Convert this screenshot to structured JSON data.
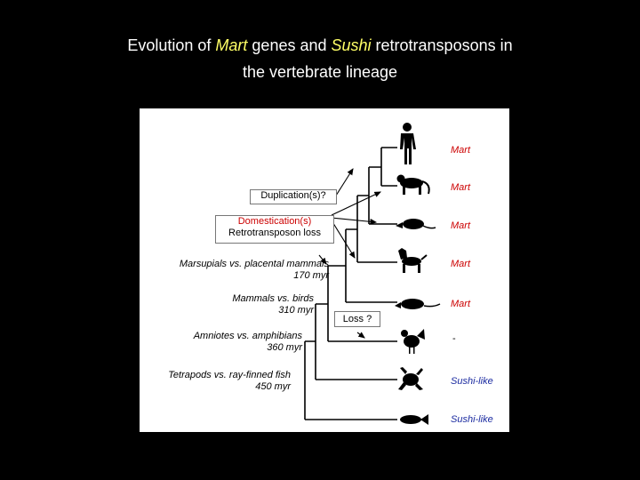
{
  "title": {
    "part1": "Evolution of ",
    "mart": "Mart",
    "part2": " genes and ",
    "sushi": "Sushi",
    "part3": " retrotransposons in",
    "line2": "the vertebrate lineage"
  },
  "events": {
    "duplication": "Duplication(s)?",
    "domestication": "Domestication(s)",
    "retro_loss": "Retrotransposon loss",
    "loss": "Loss ?"
  },
  "divergences": {
    "marsupials": "Marsupials vs. placental mammals",
    "marsupials_time": "170 myr",
    "birds": "Mammals vs. birds",
    "birds_time": "310 myr",
    "amphibians": "Amniotes vs. amphibians",
    "amphibians_time": "360 myr",
    "fish": "Tetrapods vs. ray-finned fish",
    "fish_time": "450 myr"
  },
  "genes": {
    "human": "Mart",
    "monkey": "Mart",
    "rat": "Mart",
    "dog": "Mart",
    "opossum": "Mart",
    "chicken": "-",
    "frog": "Sushi-like",
    "fish": "Sushi-like"
  },
  "colors": {
    "background": "#000000",
    "title": "#ffffff",
    "title_italic": "#ffff66",
    "mart": "#cc0000",
    "sushi": "#1a2aa0"
  }
}
